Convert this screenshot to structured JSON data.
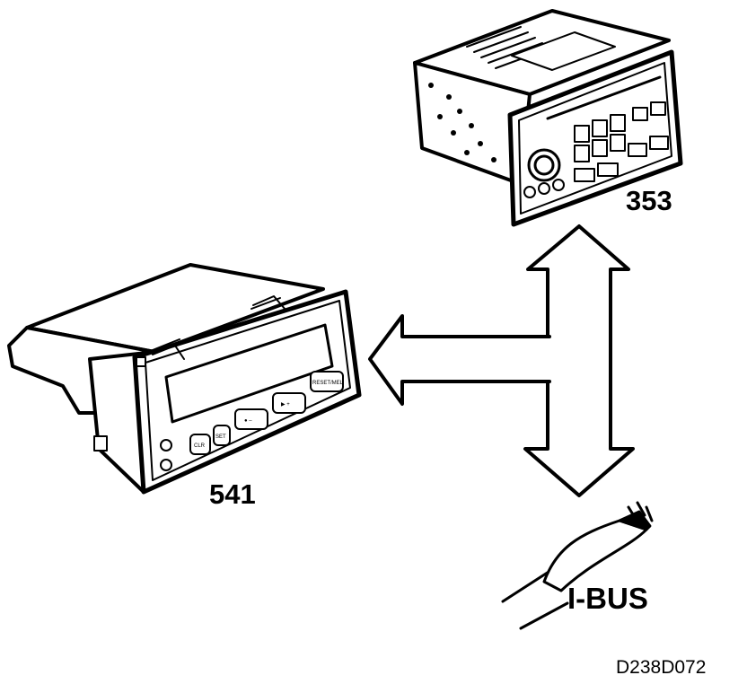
{
  "labels": {
    "radio": "353",
    "display": "541",
    "bus": "I-BUS",
    "drawing_code": "D238D072"
  },
  "display_buttons": [
    "CLR",
    "SET",
    "● –",
    "▶ +",
    "RESET/MEL"
  ],
  "colors": {
    "line": "#000000",
    "background": "#ffffff"
  }
}
